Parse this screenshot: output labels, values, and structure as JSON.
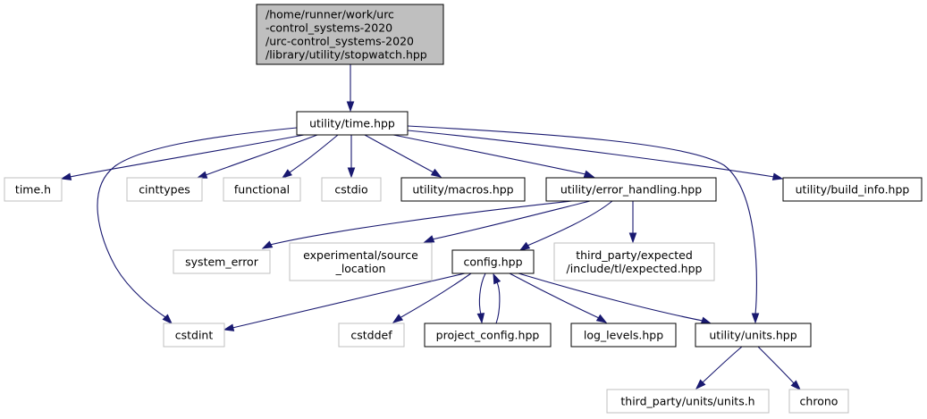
{
  "colors": {
    "edge": "#191970",
    "root_fill": "#bfbfbf",
    "root_border": "#000000",
    "internal_border": "#000000",
    "external_border": "#bfbfbf",
    "text": "#000000"
  },
  "nodes": [
    {
      "id": "root",
      "kind": "root",
      "lines": [
        "/home/runner/work/urc",
        "-control_systems-2020",
        "/urc-control_systems-2020",
        "/library/utility/stopwatch.hpp"
      ]
    },
    {
      "id": "time_hpp",
      "kind": "internal",
      "lines": [
        "utility/time.hpp"
      ]
    },
    {
      "id": "time_h",
      "kind": "external",
      "lines": [
        "time.h"
      ]
    },
    {
      "id": "cinttypes",
      "kind": "external",
      "lines": [
        "cinttypes"
      ]
    },
    {
      "id": "functional",
      "kind": "external",
      "lines": [
        "functional"
      ]
    },
    {
      "id": "cstdio",
      "kind": "external",
      "lines": [
        "cstdio"
      ]
    },
    {
      "id": "macros",
      "kind": "internal",
      "lines": [
        "utility/macros.hpp"
      ]
    },
    {
      "id": "error_handling",
      "kind": "internal",
      "lines": [
        "utility/error_handling.hpp"
      ]
    },
    {
      "id": "build_info",
      "kind": "internal",
      "lines": [
        "utility/build_info.hpp"
      ]
    },
    {
      "id": "system_error",
      "kind": "external",
      "lines": [
        "system_error"
      ]
    },
    {
      "id": "source_location",
      "kind": "external",
      "lines": [
        "experimental/source",
        "_location"
      ]
    },
    {
      "id": "config",
      "kind": "internal",
      "lines": [
        "config.hpp"
      ]
    },
    {
      "id": "expected",
      "kind": "external",
      "lines": [
        "third_party/expected",
        "/include/tl/expected.hpp"
      ]
    },
    {
      "id": "cstdint",
      "kind": "external",
      "lines": [
        "cstdint"
      ]
    },
    {
      "id": "cstddef",
      "kind": "external",
      "lines": [
        "cstddef"
      ]
    },
    {
      "id": "project_config",
      "kind": "internal",
      "lines": [
        "project_config.hpp"
      ]
    },
    {
      "id": "log_levels",
      "kind": "internal",
      "lines": [
        "log_levels.hpp"
      ]
    },
    {
      "id": "units_hpp",
      "kind": "internal",
      "lines": [
        "utility/units.hpp"
      ]
    },
    {
      "id": "units_h",
      "kind": "external",
      "lines": [
        "third_party/units/units.h"
      ]
    },
    {
      "id": "chrono",
      "kind": "external",
      "lines": [
        "chrono"
      ]
    }
  ],
  "edges": [
    {
      "from": "root",
      "to": "time_hpp"
    },
    {
      "from": "time_hpp",
      "to": "time_h"
    },
    {
      "from": "time_hpp",
      "to": "cinttypes"
    },
    {
      "from": "time_hpp",
      "to": "functional"
    },
    {
      "from": "time_hpp",
      "to": "cstdio"
    },
    {
      "from": "time_hpp",
      "to": "macros"
    },
    {
      "from": "time_hpp",
      "to": "error_handling"
    },
    {
      "from": "time_hpp",
      "to": "build_info"
    },
    {
      "from": "time_hpp",
      "to": "cstdint"
    },
    {
      "from": "time_hpp",
      "to": "units_hpp"
    },
    {
      "from": "error_handling",
      "to": "system_error"
    },
    {
      "from": "error_handling",
      "to": "source_location"
    },
    {
      "from": "error_handling",
      "to": "config"
    },
    {
      "from": "error_handling",
      "to": "expected"
    },
    {
      "from": "config",
      "to": "cstdint"
    },
    {
      "from": "config",
      "to": "cstddef"
    },
    {
      "from": "config",
      "to": "project_config"
    },
    {
      "from": "project_config",
      "to": "config"
    },
    {
      "from": "config",
      "to": "log_levels"
    },
    {
      "from": "config",
      "to": "units_hpp"
    },
    {
      "from": "units_hpp",
      "to": "units_h"
    },
    {
      "from": "units_hpp",
      "to": "chrono"
    }
  ]
}
